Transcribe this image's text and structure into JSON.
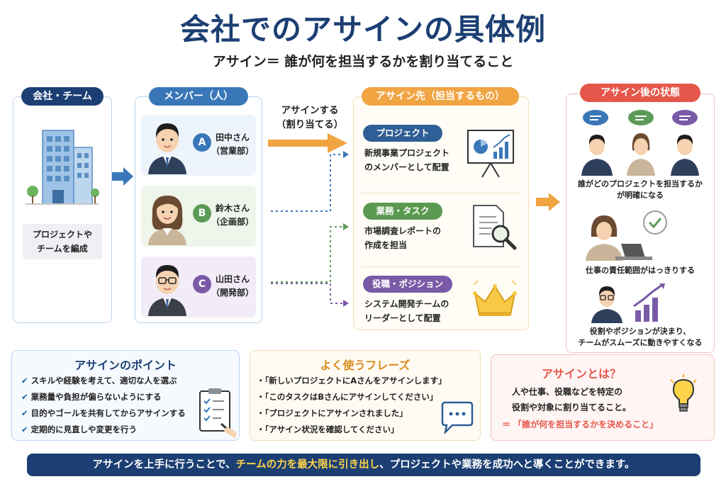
{
  "title": "会社でのアサインの具体例",
  "subtitle": "アサイン＝ 誰が何を担当するかを割り当てること",
  "company": {
    "label": "会社・チーム",
    "caption_line1": "プロジェクトや",
    "caption_line2": "チームを編成"
  },
  "members": {
    "label": "メンバー（人）",
    "items": [
      {
        "letter": "A",
        "name": "田中さん",
        "dept": "（営業部）",
        "color": "#3a77b8"
      },
      {
        "letter": "B",
        "name": "鈴木さん",
        "dept": "（企画部）",
        "color": "#5c9b57"
      },
      {
        "letter": "C",
        "name": "山田さん",
        "dept": "（開発部）",
        "color": "#7a5aa6"
      }
    ]
  },
  "assign_arrow": {
    "line1": "アサインする",
    "line2": "（割り当てる）"
  },
  "assign": {
    "label": "アサイン先（担当するもの）",
    "items": [
      {
        "tag": "プロジェクト",
        "line1": "新規事業プロジェクト",
        "line2": "のメンバーとして配置",
        "color": "#2f5f96"
      },
      {
        "tag": "業務・タスク",
        "line1": "市場調査レポートの",
        "line2": "作成を担当",
        "color": "#5a9a50"
      },
      {
        "tag": "役職・ポジション",
        "line1": "システム開発チームの",
        "line2": "リーダーとして配置",
        "color": "#7a5aa6"
      }
    ]
  },
  "after": {
    "label": "アサイン後の状態",
    "items": [
      {
        "line1": "誰がどのプロジェクトを担当するか",
        "line2": "が明確になる"
      },
      {
        "line1": "仕事の責任範囲がはっきりする",
        "line2": ""
      },
      {
        "line1": "役割やポジションが決まり、",
        "line2": "チームがスムーズに動きやすくなる"
      }
    ]
  },
  "points": {
    "title": "アサインのポイント",
    "items": [
      "スキルや経験を考えて、適切な人を選ぶ",
      "業務量や負担が偏らないようにする",
      "目的やゴールを共有してからアサインする",
      "定期的に見直しや変更を行う"
    ]
  },
  "phrases": {
    "title": "よく使うフレーズ",
    "items": [
      "・「新しいプロジェクトにAさんをアサインします」",
      "・「このタスクはBさんにアサインしてください」",
      "・「プロジェクトにアサインされました」",
      "・「アサイン状況を確認してください」"
    ]
  },
  "definition": {
    "title": "アサインとは？",
    "line1": "人や仕事、役職などを特定の",
    "line2": "役割や対象に割り当てること。",
    "line3": "＝ 「誰が何を担当するかを決めること」"
  },
  "footer": {
    "part1": "アサインを上手に行うことで、",
    "highlight": "チームの力を最大限に引き出し",
    "part2": "、プロジェクトや業務を成功へと導くことができます。"
  },
  "colors": {
    "navy": "#1c3f73",
    "orange": "#f0a442",
    "red": "#e5574a",
    "blue": "#3a77b8",
    "green": "#5c9b57",
    "purple": "#7a5aa6"
  }
}
